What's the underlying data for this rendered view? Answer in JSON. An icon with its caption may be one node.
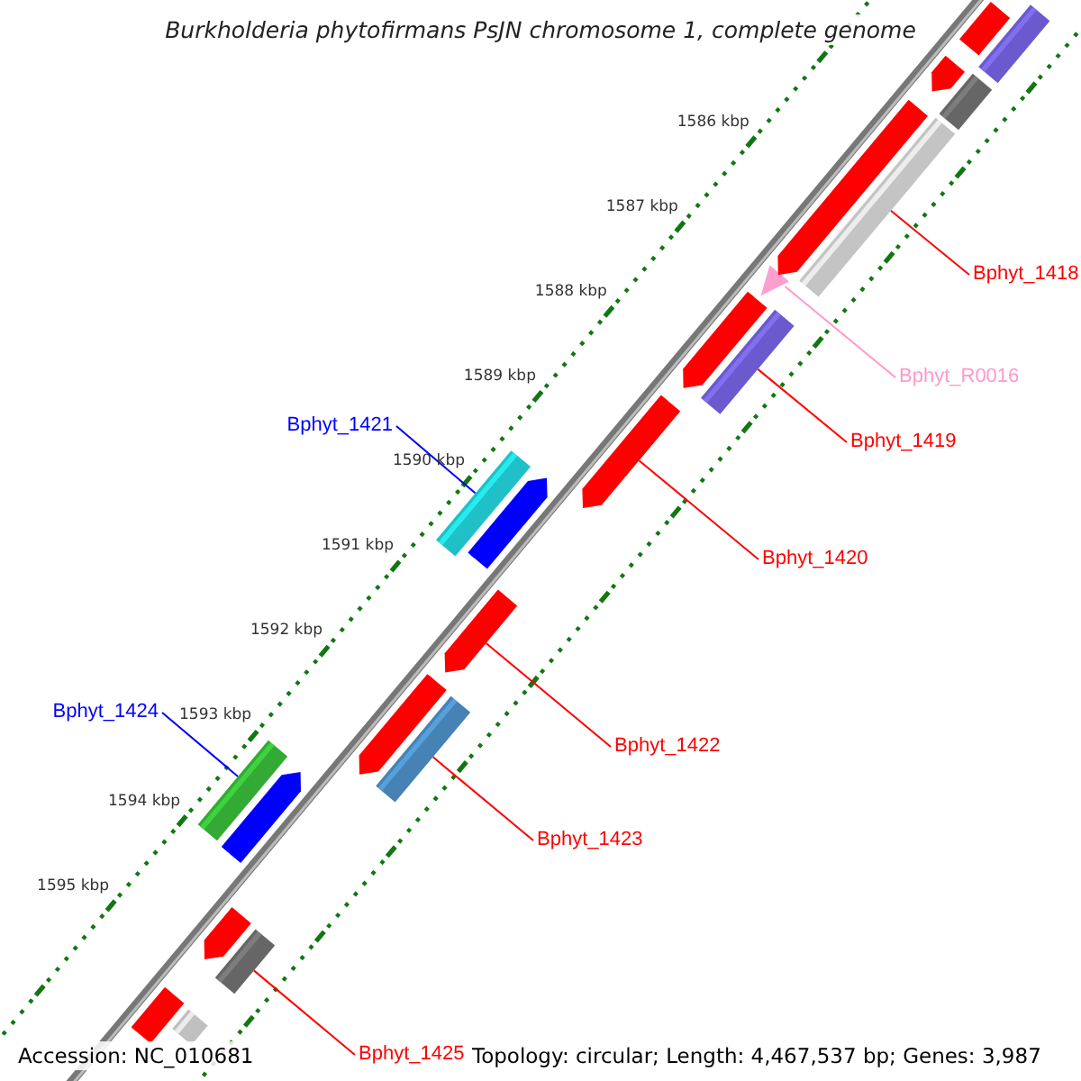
{
  "diagram": {
    "title": "Burkholderia phytofirmans PsJN chromosome 1, complete genome",
    "nodes": [
      {
        "text": [
          "Bphyt_1418"
        ]
      },
      {
        "text": [],
        "shape": "bar"
      },
      {
        "text": [
          "Bphyt_R0016"
        ]
      },
      {
        "text": [],
        "shape": "triangle"
      },
      {
        "text": [
          "Bphyt_1419"
        ]
      },
      {
        "text": [],
        "shape": "bar"
      },
      {
        "text": [
          "Bphyt_1420"
        ]
      },
      {
        "text": [],
        "shape": "bar"
      },
      {
        "text": [
          "Bphyt_1421"
        ]
      },
      {
        "text": [],
        "shape": "bar"
      },
      {
        "text": [
          "Bphyt_1422"
        ]
      },
      {
        "text": [],
        "shape": "bar"
      },
      {
        "text": [
          "Bphyt_1423"
        ]
      },
      {
        "text": [],
        "shape": "bar"
      },
      {
        "text": [
          "Bphyt_1424"
        ]
      },
      {
        "text": [],
        "shape": "bar"
      },
      {
        "text": [
          "Bphyt_1425"
        ]
      },
      {
        "text": [],
        "shape": "bar"
      },
      {
        "text": [],
        "shape": "bar"
      },
      {
        "text": [],
        "shape": "bar"
      },
      {
        "text": [],
        "shape": "bar"
      },
      {
        "text": [],
        "shape": "bar"
      },
      {
        "text": [],
        "shape": "bar"
      },
      {
        "text": [],
        "shape": "bar"
      },
      {
        "text": [],
        "shape": "bar"
      },
      {
        "text": [],
        "shape": "bar"
      },
      {
        "text": [],
        "shape": "bar"
      },
      {
        "text": [],
        "shape": "bar"
      },
      {
        "text": [],
        "shape": "bar"
      },
      {
        "text": [],
        "shape": "bar"
      }
    ],
    "edges": [
      {
        "from": 0,
        "to": 1,
        "arrow": "none"
      },
      {
        "from": 2,
        "to": 3,
        "arrow": "none",
        "color": "#ff99cc"
      },
      {
        "from": 4,
        "to": 5,
        "arrow": "none"
      },
      {
        "from": 6,
        "to": 7,
        "arrow": "none"
      },
      {
        "from": 8,
        "to": 9,
        "arrow": "none",
        "color": "#0000ff"
      },
      {
        "from": 10,
        "to": 11,
        "arrow": "none"
      },
      {
        "from": 12,
        "to": 13,
        "arrow": "none"
      },
      {
        "from": 14,
        "to": 15,
        "arrow": "none",
        "color": "#0000ff"
      },
      {
        "from": 16,
        "to": 17,
        "arrow": "none"
      }
    ],
    "labels": [
      "1586 kbp",
      "1587 kbp",
      "1588 kbp",
      "1589 kbp",
      "1590 kbp",
      "1591 kbp",
      "1592 kbp",
      "1593 kbp",
      "1594 kbp",
      "1595 kbp",
      "Accession: NC_010681",
      "Topology: circular; Length: 4,467,537 bp; Genes: 3,987"
    ]
  }
}
